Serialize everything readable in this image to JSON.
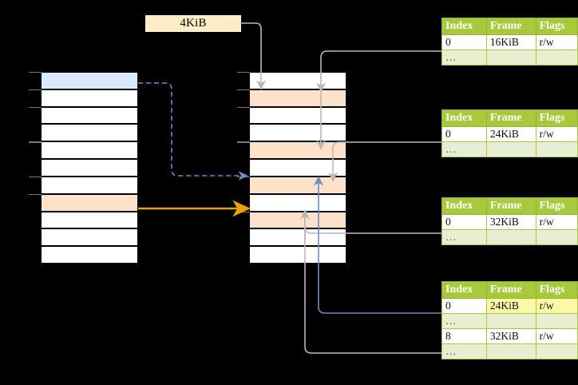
{
  "diagram": {
    "title_label": "4KiB",
    "page_label": {
      "text": "4KiB"
    },
    "left_column": {
      "name": "virtual-address-space",
      "rows": 11,
      "highlight_blue_row": 1,
      "highlight_peach_row": 8
    },
    "middle_column": {
      "name": "physical-memory",
      "rows": 11,
      "peach_rows": [
        2,
        5,
        7,
        9
      ]
    },
    "tables": [
      {
        "id": "page-table-1",
        "headers": [
          "Index",
          "Frame",
          "Flags"
        ],
        "rows": [
          {
            "cells": [
              "0",
              "16KiB",
              "r/w"
            ],
            "ellipsis": false,
            "highlight": []
          },
          {
            "cells": [
              "…",
              "",
              ""
            ],
            "ellipsis": true,
            "highlight": []
          }
        ]
      },
      {
        "id": "page-table-2",
        "headers": [
          "Index",
          "Frame",
          "Flags"
        ],
        "rows": [
          {
            "cells": [
              "0",
              "24KiB",
              "r/w"
            ],
            "ellipsis": false,
            "highlight": []
          },
          {
            "cells": [
              "…",
              "",
              ""
            ],
            "ellipsis": true,
            "highlight": []
          }
        ]
      },
      {
        "id": "page-table-3",
        "headers": [
          "Index",
          "Frame",
          "Flags"
        ],
        "rows": [
          {
            "cells": [
              "0",
              "32KiB",
              "r/w"
            ],
            "ellipsis": false,
            "highlight": []
          },
          {
            "cells": [
              "…",
              "",
              ""
            ],
            "ellipsis": true,
            "highlight": []
          }
        ]
      },
      {
        "id": "page-table-4",
        "headers": [
          "Index",
          "Frame",
          "Flags"
        ],
        "rows": [
          {
            "cells": [
              "0",
              "24KiB",
              "r/w"
            ],
            "ellipsis": false,
            "highlight": [
              1,
              2
            ]
          },
          {
            "cells": [
              "…",
              "",
              ""
            ],
            "ellipsis": true,
            "highlight": []
          },
          {
            "cells": [
              "8",
              "32KiB",
              "r/w"
            ],
            "ellipsis": false,
            "highlight": []
          },
          {
            "cells": [
              "…",
              "",
              ""
            ],
            "ellipsis": true,
            "highlight": []
          }
        ]
      }
    ],
    "colors": {
      "background": "#000000",
      "table_header": "#a9c93c",
      "table_ellipsis_row": "#e7eed2",
      "highlight_yellow": "#fdf7a8",
      "page_label_bg": "#fdeec8",
      "row_blue": "#d9e8fb",
      "row_peach": "#fde1c8",
      "arrow_gray": "#b9b9b9",
      "arrow_blue": "#6b8ec4",
      "arrow_orange": "#e8a400"
    }
  }
}
